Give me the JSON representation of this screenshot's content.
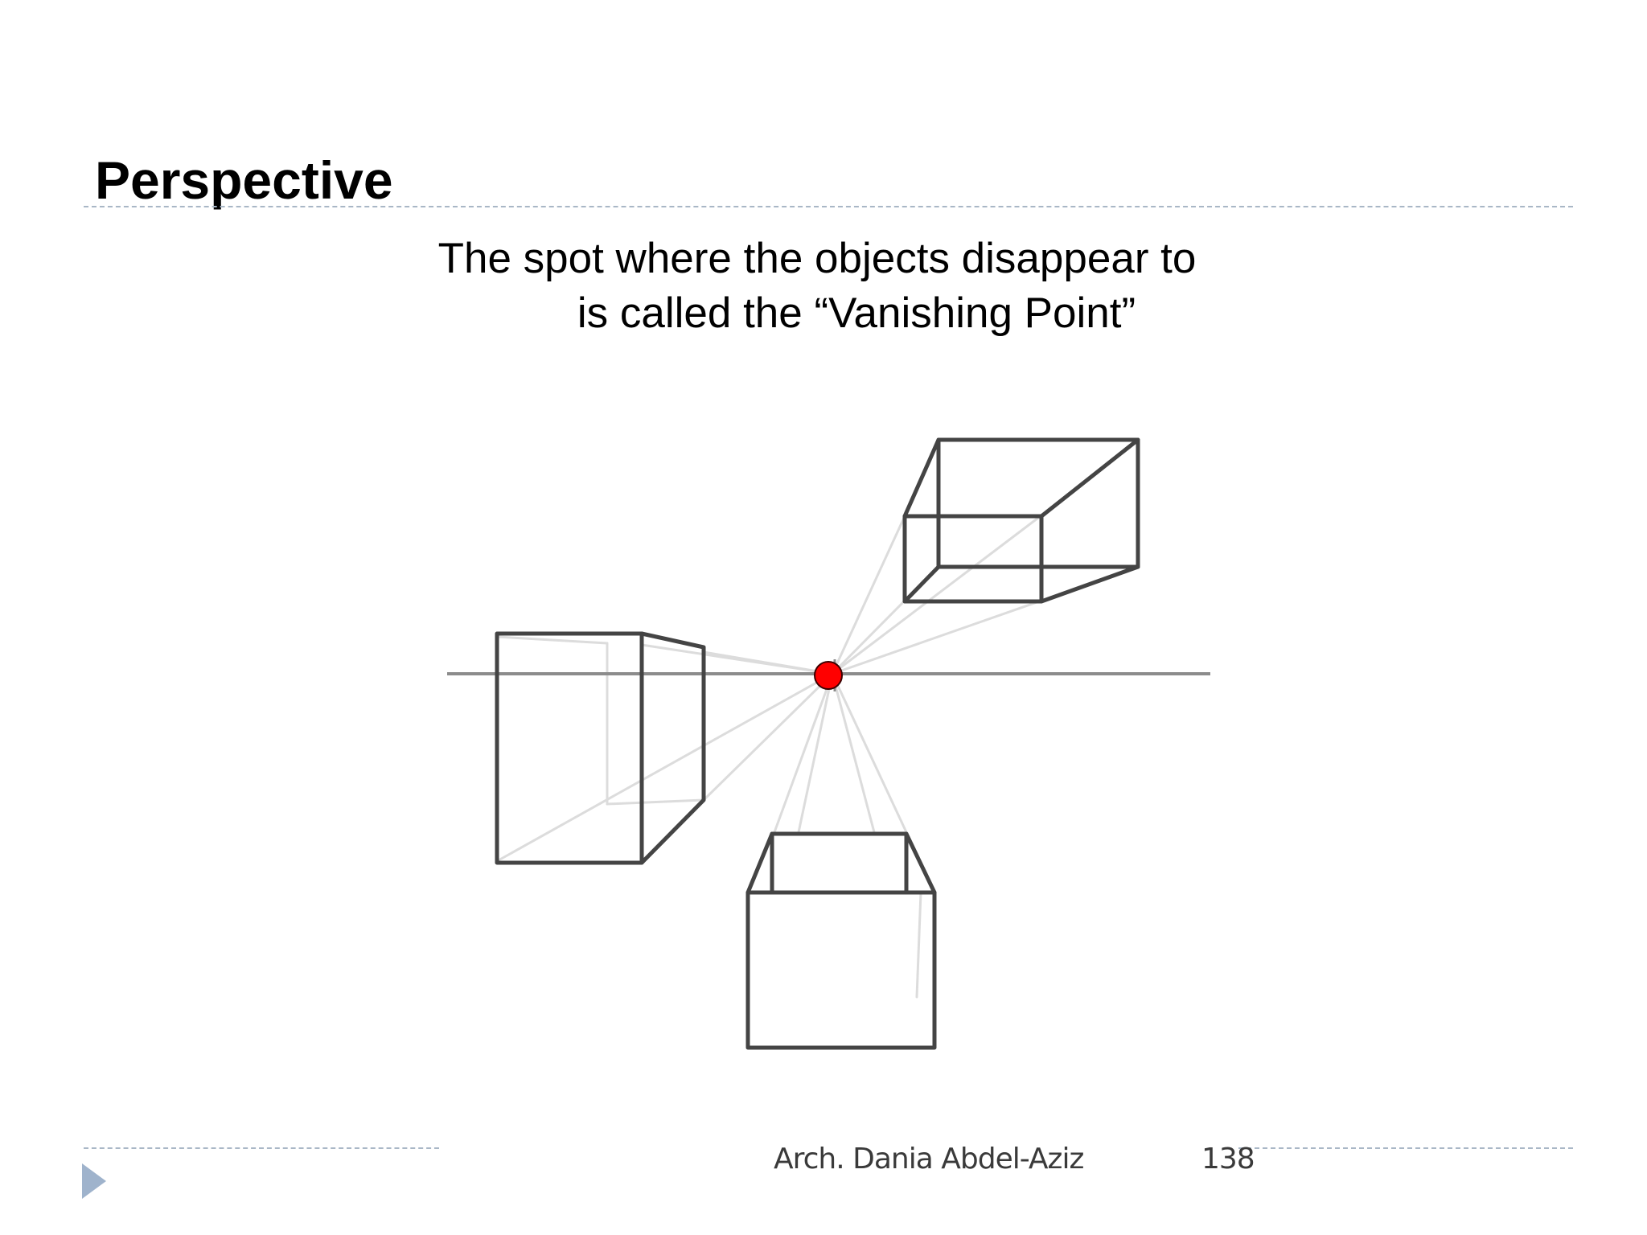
{
  "slide": {
    "title": "Perspective",
    "subtitle_line1": "The spot where the objects disappear to",
    "subtitle_line2": "is called the “Vanishing Point”"
  },
  "footer": {
    "author": "Arch. Dania Abdel-Aziz",
    "page_number": "138"
  },
  "diagram": {
    "vanishing_point_color": "#ff0000",
    "box_stroke_color": "#444444",
    "construction_line_color": "#dcdcdc",
    "horizon_color": "#8c8c8c",
    "objects": [
      "box-left",
      "box-top-right",
      "box-bottom"
    ]
  },
  "colors": {
    "rule": "#a9b7c6",
    "nav_arrow": "#9fb3cc"
  }
}
